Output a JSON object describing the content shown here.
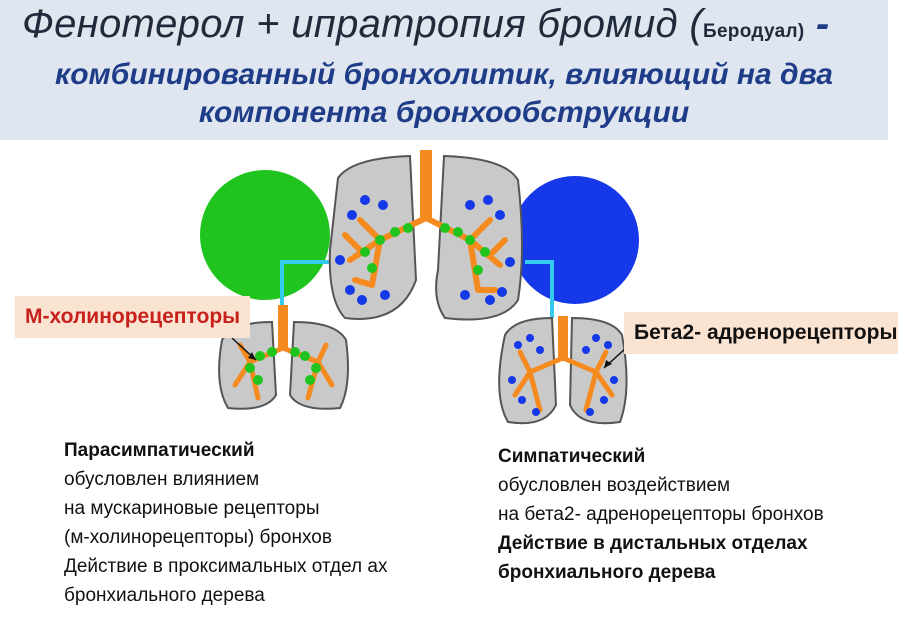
{
  "title": {
    "drug": "Фенотерол + ипратропия бромид (",
    "brand": "Беродуал)",
    "dash": " -",
    "subtitle_line1": "комбинированный бронхолитик, влияющий на два",
    "subtitle_line2": "компонента бронхообструкции"
  },
  "labels": {
    "m_receptors": "М-холинорецепторы",
    "beta_receptors": "Бета2- адренорецепторы"
  },
  "parasympathetic": {
    "heading": "Парасимпатический",
    "line1": "обусловлен влиянием",
    "line2": "на мускариновые рецепторы",
    "line3": "(м-холинорецепторы) бронхов",
    "line4": "Действие в проксимальных отдел ах",
    "line5": "бронхиального дерева"
  },
  "sympathetic": {
    "heading": "Симпатический",
    "line1": "обусловлен воздействием",
    "line2": "на бета2- адренорецепторы бронхов",
    "line3": "Действие в дистальных отделах",
    "line4": "бронхиального дерева"
  },
  "colors": {
    "green_circle": "#1fc41f",
    "blue_circle": "#1538e8",
    "connector": "#33ccee",
    "bronchi": "#f58a1f",
    "m_label_text": "#c8201c",
    "label_bg": "#fbe3d2",
    "header_bg": "#dfe6f0",
    "subtitle": "#1f3c88"
  }
}
